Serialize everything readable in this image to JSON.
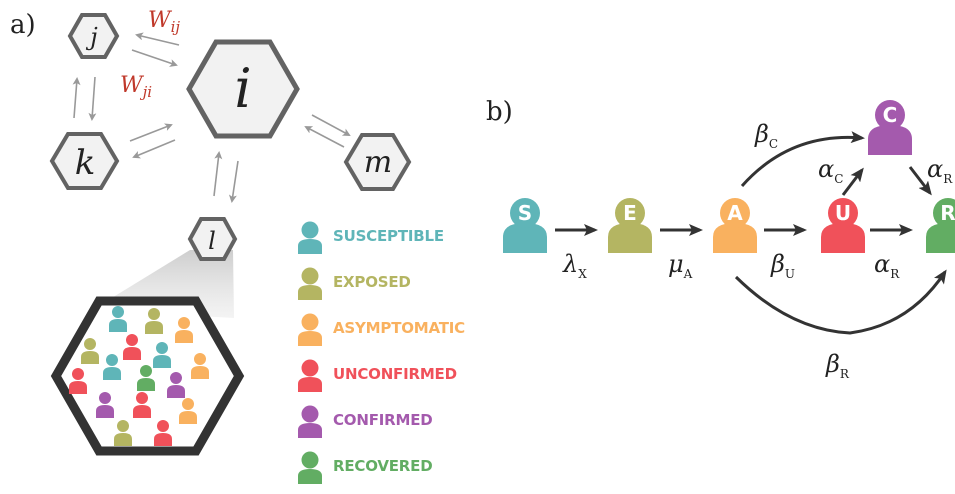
{
  "panel_a": {
    "label": "a)",
    "nodes": [
      {
        "id": "i",
        "label": "i"
      },
      {
        "id": "j",
        "label": "j"
      },
      {
        "id": "k",
        "label": "k"
      },
      {
        "id": "l",
        "label": "l"
      },
      {
        "id": "m",
        "label": "m"
      }
    ],
    "weights": {
      "wij": "W",
      "wij_sub": "ij",
      "wji": "W",
      "wji_sub": "ji"
    },
    "legend": [
      {
        "label": "SUSCEPTIBLE",
        "color": "#5fb5b8"
      },
      {
        "label": "EXPOSED",
        "color": "#b4b562"
      },
      {
        "label": "ASYMPTOMATIC",
        "color": "#f9b15f"
      },
      {
        "label": "UNCONFIRMED",
        "color": "#f0515a"
      },
      {
        "label": "CONFIRMED",
        "color": "#a45aad"
      },
      {
        "label": "RECOVERED",
        "color": "#62ad63"
      }
    ]
  },
  "panel_b": {
    "label": "b)",
    "compartments": [
      {
        "letter": "S",
        "color": "#5fb5b8"
      },
      {
        "letter": "E",
        "color": "#b4b562"
      },
      {
        "letter": "A",
        "color": "#f9b15f"
      },
      {
        "letter": "U",
        "color": "#f0515a"
      },
      {
        "letter": "C",
        "color": "#a45aad"
      },
      {
        "letter": "R",
        "color": "#62ad63"
      }
    ],
    "rates": {
      "lambda_x": {
        "sym": "λ",
        "sub": "X"
      },
      "mu_a": {
        "sym": "μ",
        "sub": "A"
      },
      "beta_u": {
        "sym": "β",
        "sub": "U"
      },
      "alpha_r_low": {
        "sym": "α",
        "sub": "R"
      },
      "beta_c": {
        "sym": "β",
        "sub": "C"
      },
      "alpha_c": {
        "sym": "α",
        "sub": "C"
      },
      "alpha_r_high": {
        "sym": "α",
        "sub": "R"
      },
      "beta_r": {
        "sym": "β",
        "sub": "R"
      }
    }
  }
}
